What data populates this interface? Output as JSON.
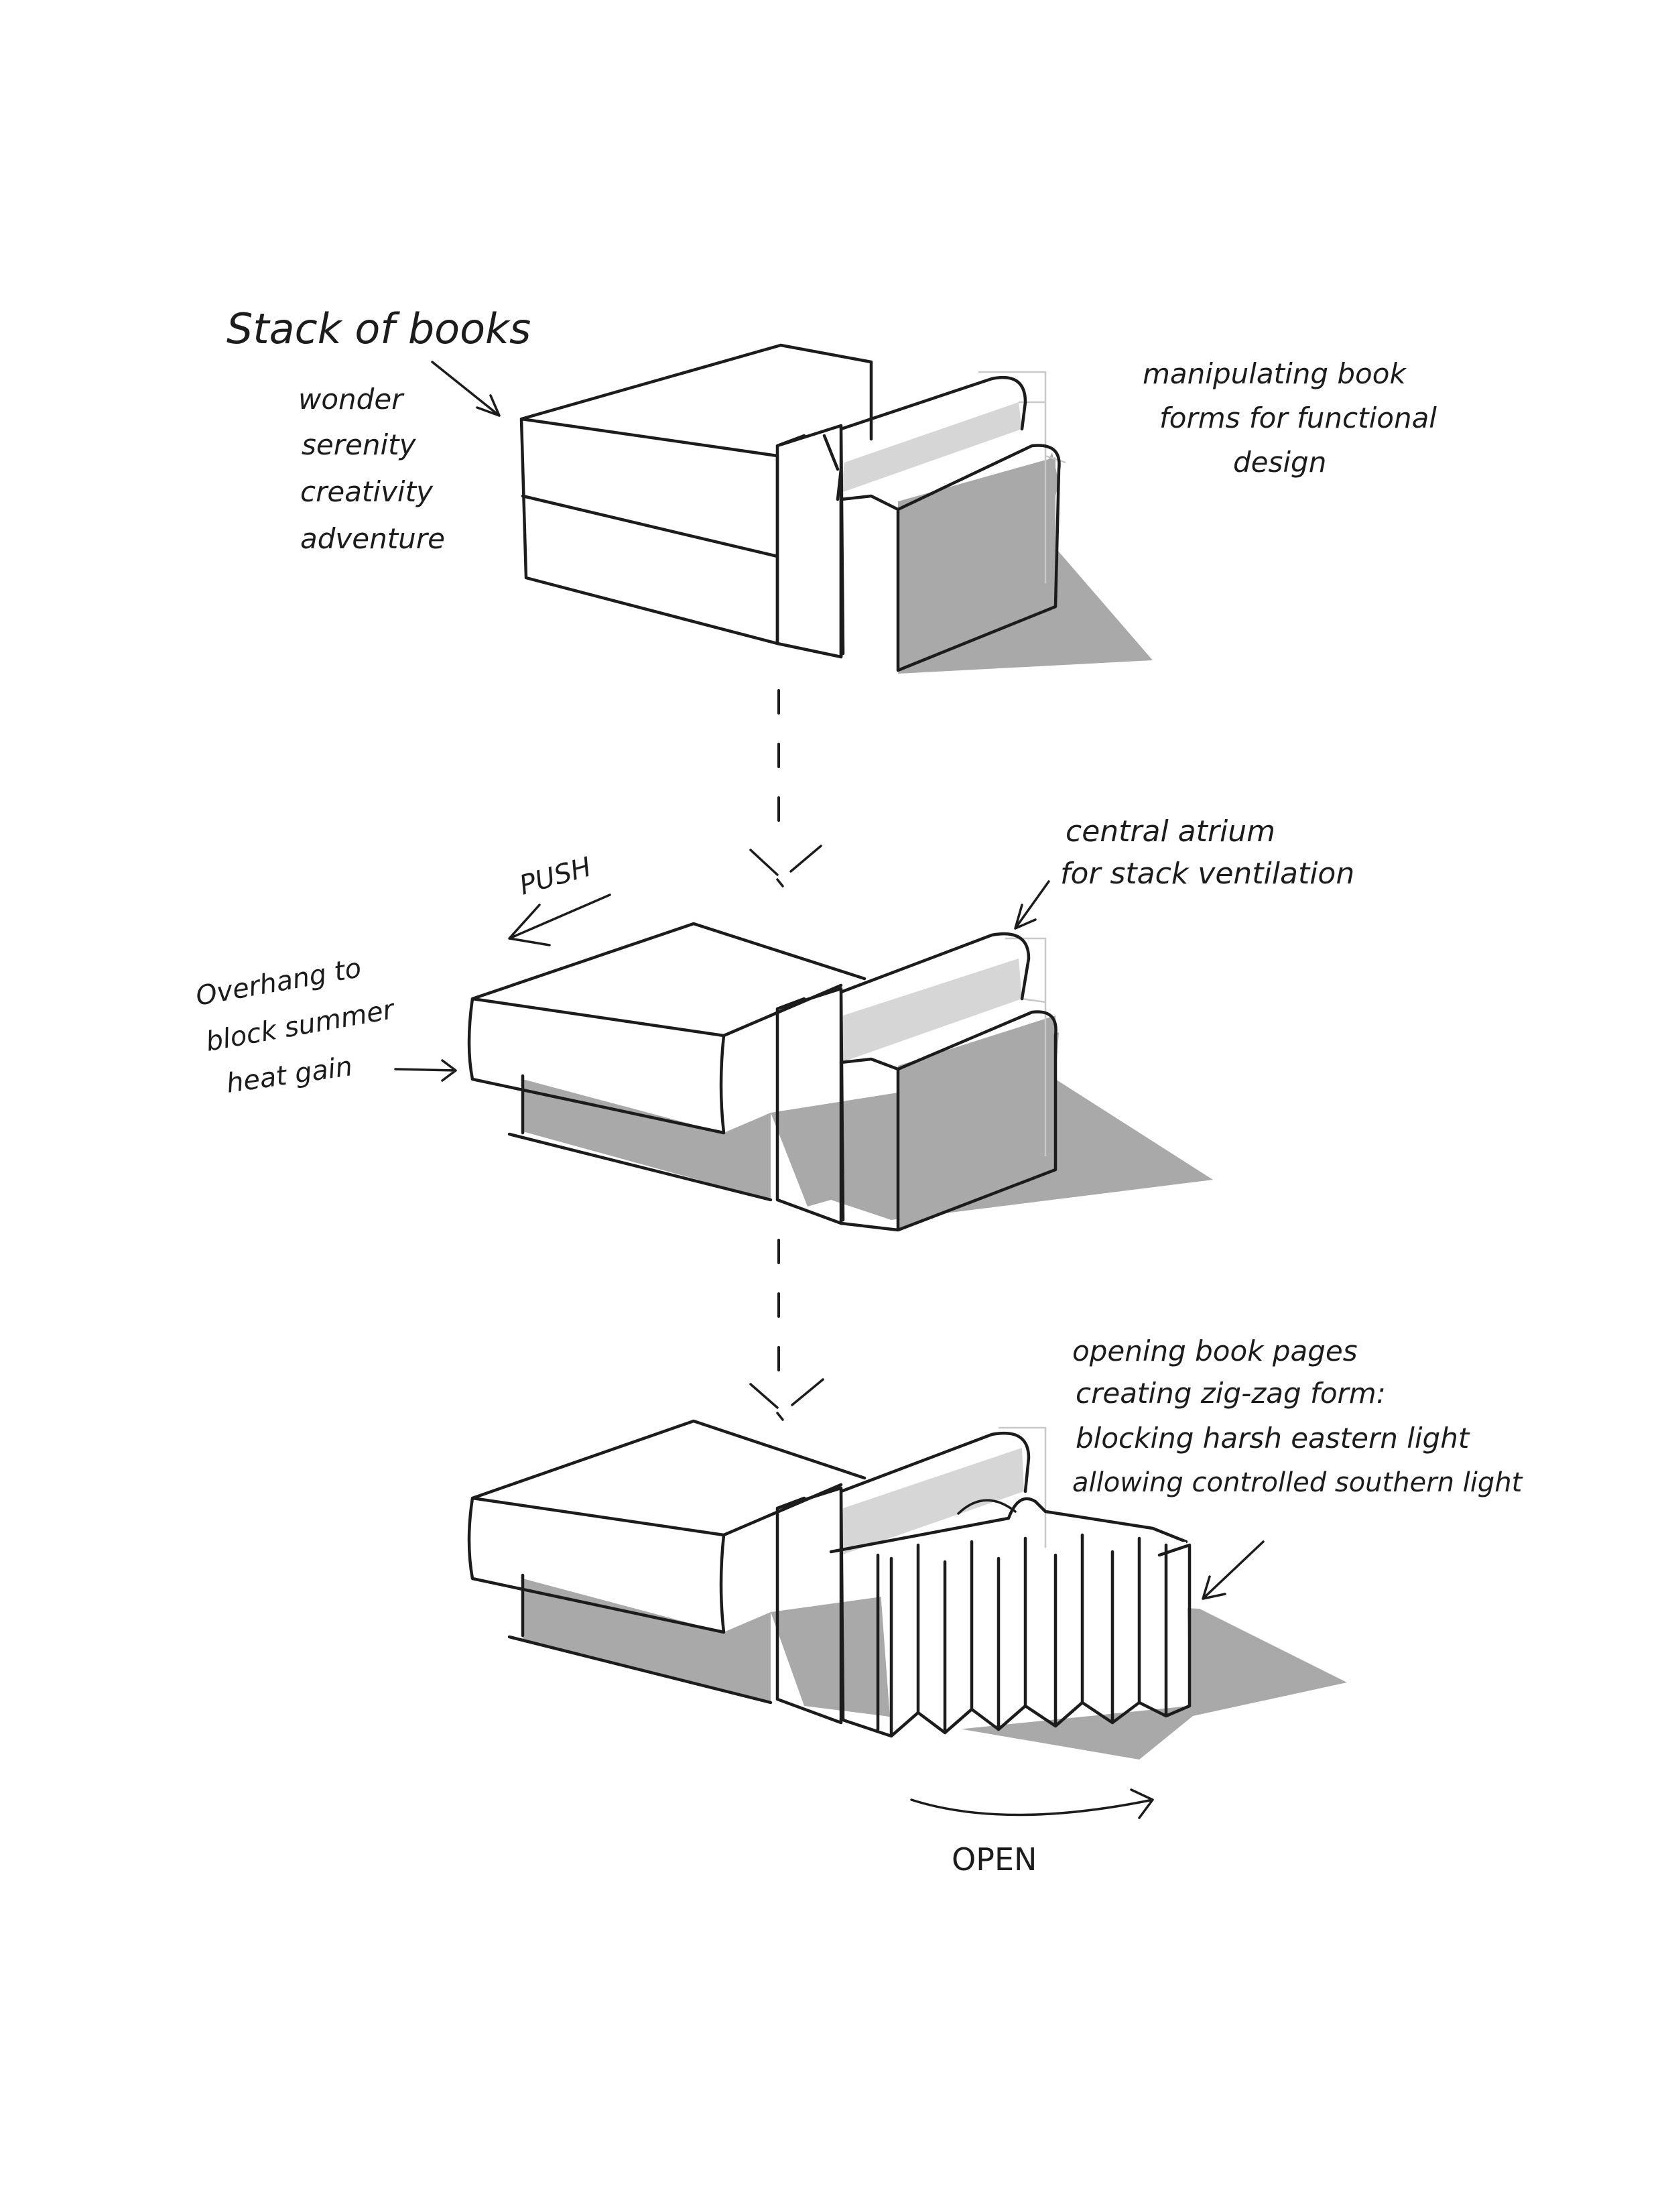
{
  "diagram": {
    "stage1": {
      "heading": "Stack of books",
      "qualities": [
        "wonder",
        "serenity",
        "creativity",
        "adventure"
      ],
      "side_note": [
        "manipulating book",
        "forms for functional",
        "design"
      ]
    },
    "stage2": {
      "push_label": "PUSH",
      "atrium_note": [
        "central atrium",
        "for stack ventilation"
      ],
      "overhang_note": [
        "Overhang to",
        "block summer",
        "heat gain"
      ]
    },
    "stage3": {
      "pages_note": [
        "opening book pages",
        "creating zig-zag form:",
        "blocking harsh eastern light",
        "allowing controlled southern light"
      ],
      "open_label": "OPEN"
    },
    "colors": {
      "ink": "#1c1c1c",
      "shadow": "#a9a9a9",
      "light_face": "#d6d6d6",
      "background": "#ffffff"
    }
  }
}
